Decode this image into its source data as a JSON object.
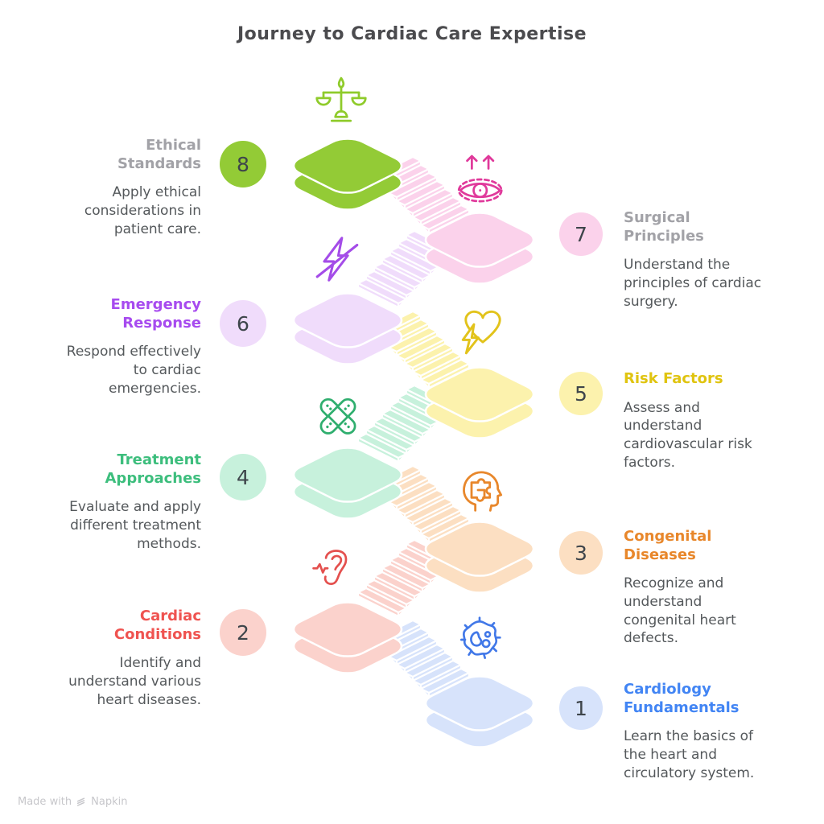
{
  "title": "Journey to Cardiac Care Expertise",
  "watermark": {
    "prefix": "Made with",
    "brand": "Napkin",
    "color": "#C7C7CB"
  },
  "text": {
    "number_color": "#3E454B",
    "desc_color": "#54585B"
  },
  "steps": [
    {
      "number": "1",
      "title": "Cardiology Fundamentals",
      "description": "Learn the basics of the heart and circulatory system.",
      "title_color": "#4285F4",
      "fill": "#D7E3FB",
      "icon": "cell-icon",
      "icon_color": "#4178E8"
    },
    {
      "number": "2",
      "title": "Cardiac Conditions",
      "description": "Identify and understand various heart diseases.",
      "title_color": "#EF5350",
      "fill": "#FBD2CC",
      "icon": "ear-icon",
      "icon_color": "#E4504E"
    },
    {
      "number": "3",
      "title": "Congenital Diseases",
      "description": "Recognize and understand congenital heart defects.",
      "title_color": "#E8872B",
      "fill": "#FCDFC2",
      "icon": "head-puzzle-icon",
      "icon_color": "#E8872B"
    },
    {
      "number": "4",
      "title": "Treatment Approaches",
      "description": "Evaluate and apply different treatment methods.",
      "title_color": "#3DBE7D",
      "fill": "#C7F1DC",
      "icon": "bandage-icon",
      "icon_color": "#2FAE6E"
    },
    {
      "number": "5",
      "title": "Risk Factors",
      "description": "Assess and understand cardiovascular risk factors.",
      "title_color": "#E0C410",
      "fill": "#FCF2AD",
      "icon": "heart-lightning-icon",
      "icon_color": "#E2C31B"
    },
    {
      "number": "6",
      "title": "Emergency Response",
      "description": "Respond effectively to cardiac emergencies.",
      "title_color": "#A74BEF",
      "fill": "#F0DCFB",
      "icon": "flash-off-icon",
      "icon_color": "#A44CE8"
    },
    {
      "number": "7",
      "title": "Surgical Principles",
      "description": "Understand the principles of cardiac surgery.",
      "title_color": "#A2A2A7",
      "fill": "#FBD2EB",
      "icon": "eye-arrows-icon",
      "icon_color": "#E0399B"
    },
    {
      "number": "8",
      "title": "Ethical Standards",
      "description": "Apply ethical considerations in patient care.",
      "title_color": "#A2A2A7",
      "fill": "#93CB36",
      "icon": "scales-icon",
      "icon_color": "#8FCB2B"
    }
  ]
}
